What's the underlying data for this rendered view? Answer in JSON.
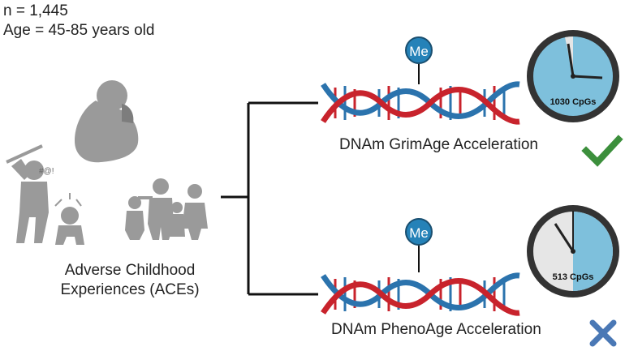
{
  "study": {
    "sample_size": "n = 1,445",
    "age_range": "Age = 45-85 years old"
  },
  "exposure": {
    "line1": "Adverse Childhood",
    "line2": "Experiences (ACEs)"
  },
  "outcomes": [
    {
      "name": "DNAm GrimAge Acceleration",
      "methyl_tag": "Me",
      "cpg_count": "1030 CpGs",
      "clock_fill_fraction": 0.95,
      "result_icon": "check-icon",
      "result_color": "#3c8f3c"
    },
    {
      "name": "DNAm PhenoAge Acceleration",
      "methyl_tag": "Me",
      "cpg_count": "513 CpGs",
      "clock_fill_fraction": 0.5,
      "result_icon": "x-icon",
      "result_color": "#4a78b5"
    }
  ],
  "colors": {
    "dna_red": "#c8232c",
    "dna_blue": "#2b73ad",
    "methyl_fill": "#2582b8",
    "clock_blue": "#7ec0dc",
    "clock_gray": "#e6e6e6",
    "figure_gray": "#9a9a9a"
  }
}
